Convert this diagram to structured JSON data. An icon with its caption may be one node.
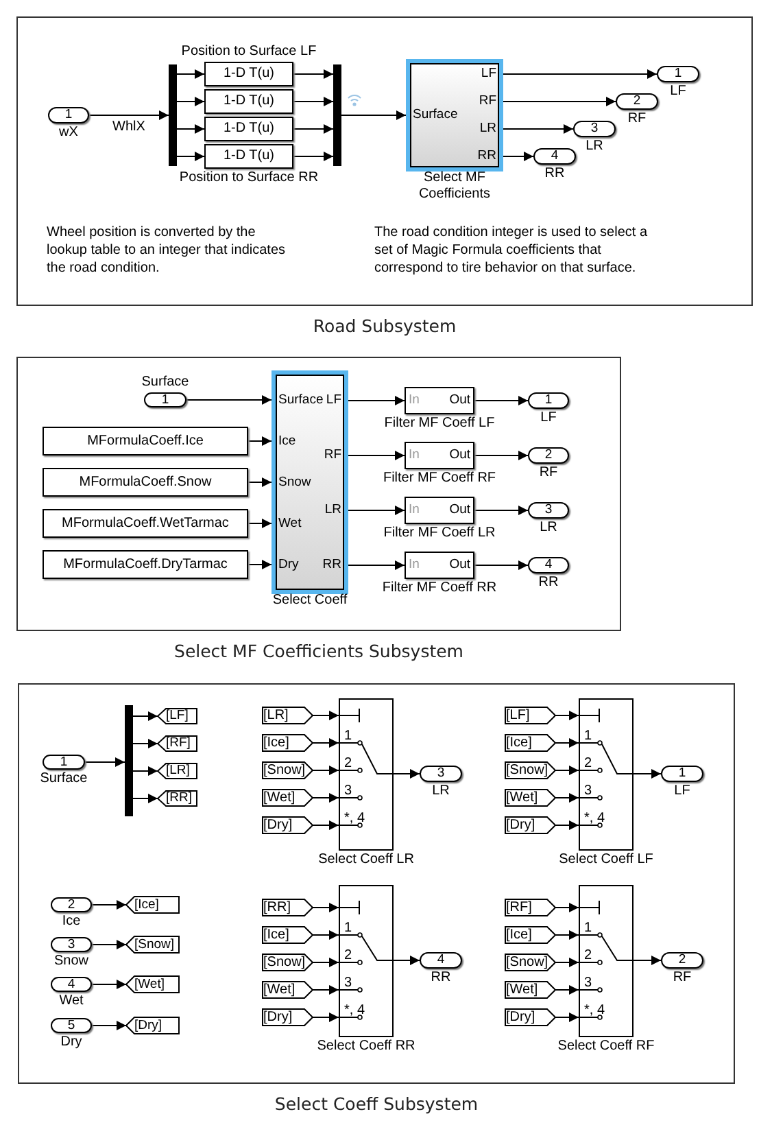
{
  "diagram": {
    "nodes": [
      {
        "text": [
          "Road Subsystem"
        ]
      },
      {
        "text": [
          "1"
        ],
        "beside": [
          "wX"
        ],
        "in": 0
      },
      {
        "text": [],
        "shape": "bar",
        "in": 0
      },
      {
        "text": [
          "1-D T(u)"
        ],
        "beside": [
          "Position to Surface LF"
        ],
        "in": 0
      },
      {
        "text": [
          "1-D T(u)"
        ],
        "in": 0
      },
      {
        "text": [
          "1-D T(u)"
        ],
        "in": 0
      },
      {
        "text": [
          "1-D T(u)"
        ],
        "beside": [
          "Position to Surface RR"
        ],
        "in": 0
      },
      {
        "text": [],
        "shape": "bar",
        "in": 0
      },
      {
        "text": [
          "Surface",
          "LF",
          "RF",
          "LR",
          "RR"
        ],
        "beside": [
          "Select MF Coefficients"
        ],
        "in": 0
      },
      {
        "text": [
          "1"
        ],
        "beside": [
          "LF"
        ],
        "in": 0
      },
      {
        "text": [
          "2"
        ],
        "beside": [
          "RF"
        ],
        "in": 0
      },
      {
        "text": [
          "3"
        ],
        "beside": [
          "LR"
        ],
        "in": 0
      },
      {
        "text": [
          "4"
        ],
        "beside": [
          "RR"
        ],
        "in": 0
      },
      {
        "text": [
          "Select MF Coefficients Subsystem"
        ]
      },
      {
        "text": [
          "1"
        ],
        "beside": [
          "Surface"
        ],
        "in": 13
      },
      {
        "text": [
          "MFormulaCoeff.Ice"
        ],
        "in": 13
      },
      {
        "text": [
          "MFormulaCoeff.Snow"
        ],
        "in": 13
      },
      {
        "text": [
          "MFormulaCoeff.WetTarmac"
        ],
        "in": 13
      },
      {
        "text": [
          "MFormulaCoeff.DryTarmac"
        ],
        "in": 13
      },
      {
        "text": [
          "Surface",
          "Ice",
          "Snow",
          "Wet",
          "Dry",
          "LF",
          "RF",
          "LR",
          "RR"
        ],
        "beside": [
          "Select Coeff"
        ],
        "in": 13
      },
      {
        "text": [
          "In",
          "Out"
        ],
        "beside": [
          "Filter MF Coeff LF"
        ],
        "in": 13
      },
      {
        "text": [
          "In",
          "Out"
        ],
        "beside": [
          "Filter MF Coeff RF"
        ],
        "in": 13
      },
      {
        "text": [
          "In",
          "Out"
        ],
        "beside": [
          "Filter MF Coeff LR"
        ],
        "in": 13
      },
      {
        "text": [
          "In",
          "Out"
        ],
        "beside": [
          "Filter MF Coeff RR"
        ],
        "in": 13
      },
      {
        "text": [
          "1"
        ],
        "beside": [
          "LF"
        ],
        "in": 13
      },
      {
        "text": [
          "2"
        ],
        "beside": [
          "RF"
        ],
        "in": 13
      },
      {
        "text": [
          "3"
        ],
        "beside": [
          "LR"
        ],
        "in": 13
      },
      {
        "text": [
          "4"
        ],
        "beside": [
          "RR"
        ],
        "in": 13
      },
      {
        "text": [
          "Select Coeff Subsystem"
        ]
      },
      {
        "text": [
          "1"
        ],
        "beside": [
          "Surface"
        ],
        "in": 28
      },
      {
        "text": [],
        "shape": "bar",
        "in": 28
      },
      {
        "text": [
          "[LF]"
        ],
        "in": 28
      },
      {
        "text": [
          "[RF]"
        ],
        "in": 28
      },
      {
        "text": [
          "[LR]"
        ],
        "in": 28
      },
      {
        "text": [
          "[RR]"
        ],
        "in": 28
      },
      {
        "text": [
          "2"
        ],
        "beside": [
          "Ice"
        ],
        "in": 28
      },
      {
        "text": [
          "3"
        ],
        "beside": [
          "Snow"
        ],
        "in": 28
      },
      {
        "text": [
          "4"
        ],
        "beside": [
          "Wet"
        ],
        "in": 28
      },
      {
        "text": [
          "5"
        ],
        "beside": [
          "Dry"
        ],
        "in": 28
      },
      {
        "text": [
          "[Ice]"
        ],
        "in": 28
      },
      {
        "text": [
          "[Snow]"
        ],
        "in": 28
      },
      {
        "text": [
          "[Wet]"
        ],
        "in": 28
      },
      {
        "text": [
          "[Dry]"
        ],
        "in": 28
      },
      {
        "text": [
          "[LR]"
        ],
        "in": 28
      },
      {
        "text": [
          "[Ice]"
        ],
        "in": 28
      },
      {
        "text": [
          "[Snow]"
        ],
        "in": 28
      },
      {
        "text": [
          "[Wet]"
        ],
        "in": 28
      },
      {
        "text": [
          "[Dry]"
        ],
        "in": 28
      },
      {
        "text": [
          "1",
          "2",
          "3",
          "*, 4"
        ],
        "beside": [
          "Select Coeff LR"
        ],
        "in": 28
      },
      {
        "text": [
          "3"
        ],
        "beside": [
          "LR"
        ],
        "in": 28
      },
      {
        "text": [
          "[LF]"
        ],
        "in": 28
      },
      {
        "text": [
          "[Ice]"
        ],
        "in": 28
      },
      {
        "text": [
          "[Snow]"
        ],
        "in": 28
      },
      {
        "text": [
          "[Wet]"
        ],
        "in": 28
      },
      {
        "text": [
          "[Dry]"
        ],
        "in": 28
      },
      {
        "text": [
          "1",
          "2",
          "3",
          "*, 4"
        ],
        "beside": [
          "Select Coeff LF"
        ],
        "in": 28
      },
      {
        "text": [
          "1"
        ],
        "beside": [
          "LF"
        ],
        "in": 28
      },
      {
        "text": [
          "[RR]"
        ],
        "in": 28
      },
      {
        "text": [
          "[Ice]"
        ],
        "in": 28
      },
      {
        "text": [
          "[Snow]"
        ],
        "in": 28
      },
      {
        "text": [
          "[Wet]"
        ],
        "in": 28
      },
      {
        "text": [
          "[Dry]"
        ],
        "in": 28
      },
      {
        "text": [
          "1",
          "2",
          "3",
          "*, 4"
        ],
        "beside": [
          "Select Coeff RR"
        ],
        "in": 28
      },
      {
        "text": [
          "4"
        ],
        "beside": [
          "RR"
        ],
        "in": 28
      },
      {
        "text": [
          "[RF]"
        ],
        "in": 28
      },
      {
        "text": [
          "[Ice]"
        ],
        "in": 28
      },
      {
        "text": [
          "[Snow]"
        ],
        "in": 28
      },
      {
        "text": [
          "[Wet]"
        ],
        "in": 28
      },
      {
        "text": [
          "[Dry]"
        ],
        "in": 28
      },
      {
        "text": [
          "1",
          "2",
          "3",
          "*, 4"
        ],
        "beside": [
          "Select Coeff RF"
        ],
        "in": 28
      },
      {
        "text": [
          "2"
        ],
        "beside": [
          "RF"
        ],
        "in": 28
      }
    ],
    "edges": [
      {
        "from": 1,
        "to": 2,
        "arrow": "to",
        "label": "WhlX"
      },
      {
        "from": 2,
        "to": 3,
        "arrow": "to"
      },
      {
        "from": 2,
        "to": 4,
        "arrow": "to"
      },
      {
        "from": 2,
        "to": 5,
        "arrow": "to"
      },
      {
        "from": 2,
        "to": 6,
        "arrow": "to"
      },
      {
        "from": 3,
        "to": 7,
        "arrow": "to"
      },
      {
        "from": 4,
        "to": 7,
        "arrow": "to"
      },
      {
        "from": 5,
        "to": 7,
        "arrow": "to"
      },
      {
        "from": 6,
        "to": 7,
        "arrow": "to"
      },
      {
        "from": 7,
        "to": 8,
        "arrow": "to"
      },
      {
        "from": 8,
        "to": 9,
        "arrow": "to"
      },
      {
        "from": 8,
        "to": 10,
        "arrow": "to"
      },
      {
        "from": 8,
        "to": 11,
        "arrow": "to"
      },
      {
        "from": 8,
        "to": 12,
        "arrow": "to"
      },
      {
        "from": 14,
        "to": 19,
        "arrow": "to"
      },
      {
        "from": 15,
        "to": 19,
        "arrow": "to"
      },
      {
        "from": 16,
        "to": 19,
        "arrow": "to"
      },
      {
        "from": 17,
        "to": 19,
        "arrow": "to"
      },
      {
        "from": 18,
        "to": 19,
        "arrow": "to"
      },
      {
        "from": 19,
        "to": 20,
        "arrow": "to"
      },
      {
        "from": 19,
        "to": 21,
        "arrow": "to"
      },
      {
        "from": 19,
        "to": 22,
        "arrow": "to"
      },
      {
        "from": 19,
        "to": 23,
        "arrow": "to"
      },
      {
        "from": 20,
        "to": 24,
        "arrow": "to"
      },
      {
        "from": 21,
        "to": 25,
        "arrow": "to"
      },
      {
        "from": 22,
        "to": 26,
        "arrow": "to"
      },
      {
        "from": 23,
        "to": 27,
        "arrow": "to"
      },
      {
        "from": 29,
        "to": 30,
        "arrow": "to"
      },
      {
        "from": 30,
        "to": 31,
        "arrow": "to"
      },
      {
        "from": 30,
        "to": 32,
        "arrow": "to"
      },
      {
        "from": 30,
        "to": 33,
        "arrow": "to"
      },
      {
        "from": 30,
        "to": 34,
        "arrow": "to"
      },
      {
        "from": 35,
        "to": 39,
        "arrow": "to"
      },
      {
        "from": 36,
        "to": 40,
        "arrow": "to"
      },
      {
        "from": 37,
        "to": 41,
        "arrow": "to"
      },
      {
        "from": 38,
        "to": 42,
        "arrow": "to"
      },
      {
        "from": 43,
        "to": 48,
        "arrow": "to"
      },
      {
        "from": 44,
        "to": 48,
        "arrow": "to"
      },
      {
        "from": 45,
        "to": 48,
        "arrow": "to"
      },
      {
        "from": 46,
        "to": 48,
        "arrow": "to"
      },
      {
        "from": 47,
        "to": 48,
        "arrow": "to"
      },
      {
        "from": 48,
        "to": 49,
        "arrow": "to"
      },
      {
        "from": 50,
        "to": 55,
        "arrow": "to"
      },
      {
        "from": 51,
        "to": 55,
        "arrow": "to"
      },
      {
        "from": 52,
        "to": 55,
        "arrow": "to"
      },
      {
        "from": 53,
        "to": 55,
        "arrow": "to"
      },
      {
        "from": 54,
        "to": 55,
        "arrow": "to"
      },
      {
        "from": 55,
        "to": 56,
        "arrow": "to"
      },
      {
        "from": 57,
        "to": 62,
        "arrow": "to"
      },
      {
        "from": 58,
        "to": 62,
        "arrow": "to"
      },
      {
        "from": 59,
        "to": 62,
        "arrow": "to"
      },
      {
        "from": 60,
        "to": 62,
        "arrow": "to"
      },
      {
        "from": 61,
        "to": 62,
        "arrow": "to"
      },
      {
        "from": 62,
        "to": 63,
        "arrow": "to"
      },
      {
        "from": 64,
        "to": 69,
        "arrow": "to"
      },
      {
        "from": 65,
        "to": 69,
        "arrow": "to"
      },
      {
        "from": 66,
        "to": 69,
        "arrow": "to"
      },
      {
        "from": 67,
        "to": 69,
        "arrow": "to"
      },
      {
        "from": 68,
        "to": 69,
        "arrow": "to"
      },
      {
        "from": 69,
        "to": 70,
        "arrow": "to"
      }
    ],
    "labels": [
      "Wheel position is converted by the lookup table to an integer that indicates the road condition.",
      "The road condition integer is used to select a set of Magic Formula coefficients that correspond to tire behavior on that surface."
    ]
  }
}
